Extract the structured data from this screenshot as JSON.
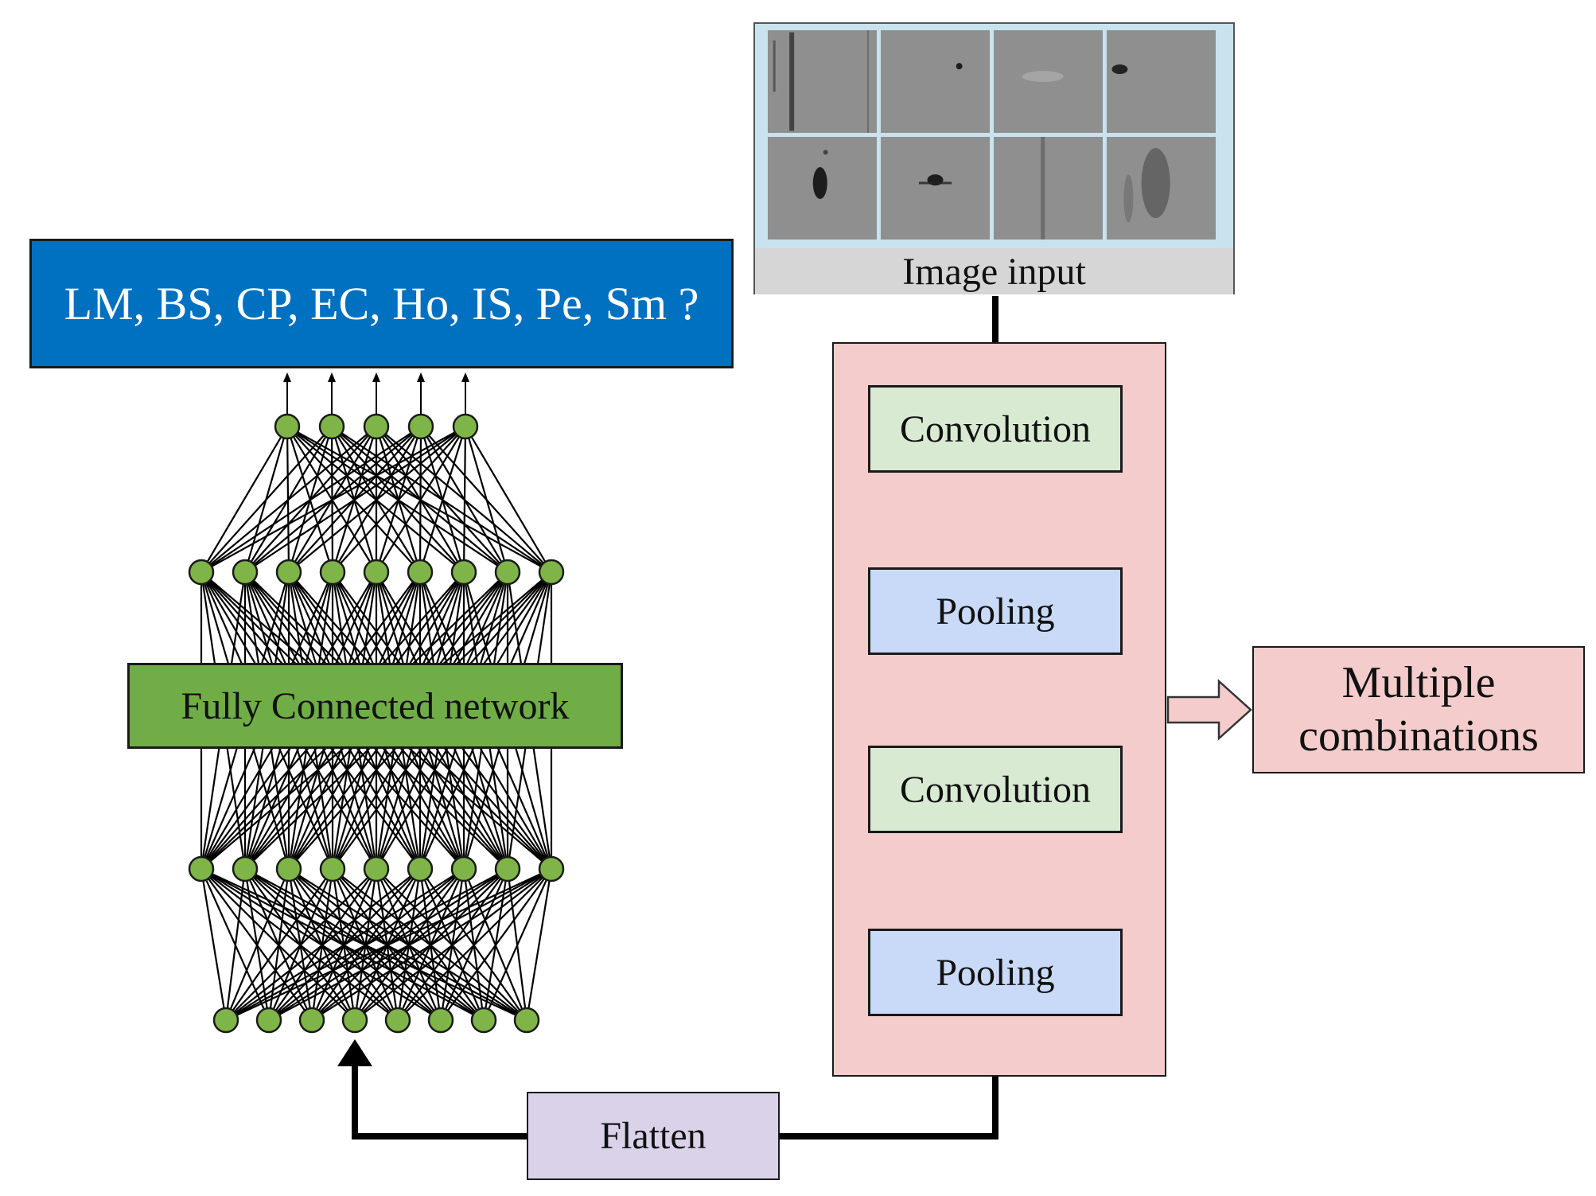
{
  "output": {
    "label": "LM, BS, CP, EC, Ho, IS, Pe, Sm ?"
  },
  "fully_connected": {
    "label": "Fully Connected network",
    "layer_sizes": [
      8,
      9,
      9,
      5
    ]
  },
  "image_input": {
    "label": "Image input",
    "grid_rows": 2,
    "grid_cols": 4
  },
  "cnn_layers": [
    {
      "label": "Convolution",
      "kind": "convolution"
    },
    {
      "label": "Pooling",
      "kind": "pooling"
    },
    {
      "label": "Convolution",
      "kind": "convolution"
    },
    {
      "label": "Pooling",
      "kind": "pooling"
    }
  ],
  "multiple": {
    "line1": "Multiple",
    "line2": "combinations"
  },
  "flatten": {
    "label": "Flatten"
  },
  "colors": {
    "output_blue": "#0070c0",
    "fc_green": "#70ad47",
    "node_green": "#7fb548",
    "cnn_pink": "#f4cccc",
    "conv_green": "#d9ead3",
    "pool_blue": "#c9daf8",
    "flatten_purple": "#d9d2e9",
    "caption_gray": "#d6d6d6"
  }
}
